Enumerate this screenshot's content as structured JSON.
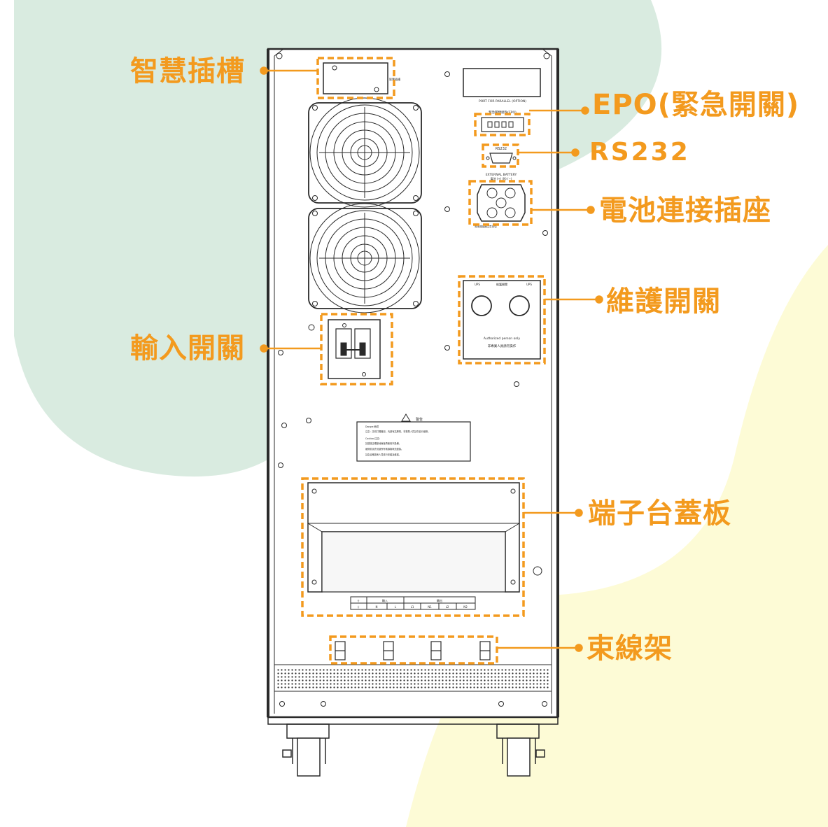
{
  "colors": {
    "accent": "#f39a1e",
    "blob_green": "#d9ebe0",
    "blob_yellow": "#fdfbd6",
    "line": "#2a2a2a",
    "panel_fill": "#f7f7f7"
  },
  "callouts": [
    {
      "id": "smart-slot",
      "text": "智慧插槽"
    },
    {
      "id": "epo",
      "text": "EPO(緊急開關)"
    },
    {
      "id": "rs232",
      "text": "RS232"
    },
    {
      "id": "battery",
      "text": "電池連接插座"
    },
    {
      "id": "maintenance",
      "text": "維護開關"
    },
    {
      "id": "input",
      "text": "輸入開關"
    },
    {
      "id": "terminal",
      "text": "端子台蓋板"
    },
    {
      "id": "cable-rack",
      "text": "束線架"
    }
  ],
  "panel_text": {
    "epo_port_title": "PORT FOR PARALLEL (OPTION)",
    "epo_port_sub": "緊急關閉接點(EPO)",
    "rs232_title": "RS232",
    "battery_title": "EXTERNAL BATTERY",
    "battery_sub": "電池 (+) (N) (−)",
    "battery_note": "電池連接器注意事項",
    "maint_left": "UPS",
    "maint_mid": "維護開關",
    "maint_right": "UPS",
    "maint_note": "Authorized person only",
    "maint_note_cn": "非專業人員請勿操作",
    "warning_title": "警告",
    "warning_lines": [
      "Danger/危險",
      "注意：請勿打開機殼，內部有高壓電，非專業人員請勿自行維修。",
      "Caution/注意：",
      "請連接正確接地線後再使用本設備。",
      "維修前請先切斷所有電源與電池連接。",
      "請由合格技術人員進行安裝及維護。"
    ],
    "terminal_top": [
      "⏚",
      "輸入",
      "輸出"
    ],
    "terminal_labels": [
      "⏚",
      "N",
      "L",
      "L1",
      "N1",
      "L2",
      "N2"
    ]
  }
}
